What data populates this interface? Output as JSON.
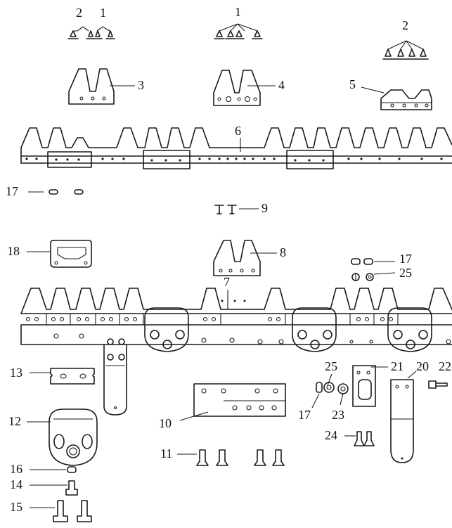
{
  "labels": {
    "n1_top": "1",
    "n1_left": "1",
    "n2_left": "2",
    "n2_right": "2",
    "n3": "3",
    "n4": "4",
    "n5": "5",
    "n6": "6",
    "n7": "7",
    "n8": "8",
    "n9": "9",
    "n10": "10",
    "n11": "11",
    "n12": "12",
    "n13": "13",
    "n14": "14",
    "n15": "15",
    "n16": "16",
    "n17_left": "17",
    "n17_right": "17",
    "n17_bottom": "17",
    "n18": "18",
    "n20": "20",
    "n21": "21",
    "n22": "22",
    "n23": "23",
    "n24": "24",
    "n25_right": "25",
    "n25_bottom": "25"
  },
  "colors": {
    "line": "#1a1a1a",
    "background": "#ffffff"
  }
}
